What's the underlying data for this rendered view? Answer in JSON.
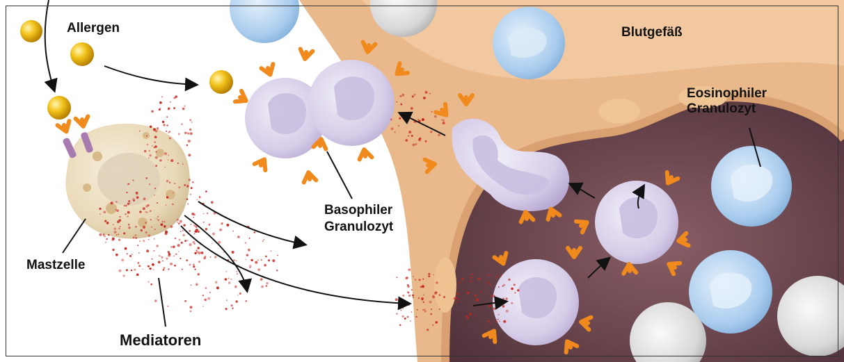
{
  "labels": {
    "allergen": "Allergen",
    "blutgefaess": "Blutgefäß",
    "eosinophiler_line1": "Eosinophiler",
    "eosinophiler_line2": "Granulozyt",
    "basophiler_line1": "Basophiler",
    "basophiler_line2": "Granulozyt",
    "mastzelle": "Mastzelle",
    "mediatoren": "Mediatoren"
  },
  "colors": {
    "vessel_wall": "#e9b98c",
    "vessel_lumen": "#6e4a55",
    "allergen": "#f2c21a",
    "antibody": "#f08a1c",
    "basophil": "#d9d2ea",
    "eosinophil": "#a9ccee",
    "mast_cell": "#eadcbf",
    "mediator_dots": "#c8261e",
    "arrow": "#111111"
  }
}
